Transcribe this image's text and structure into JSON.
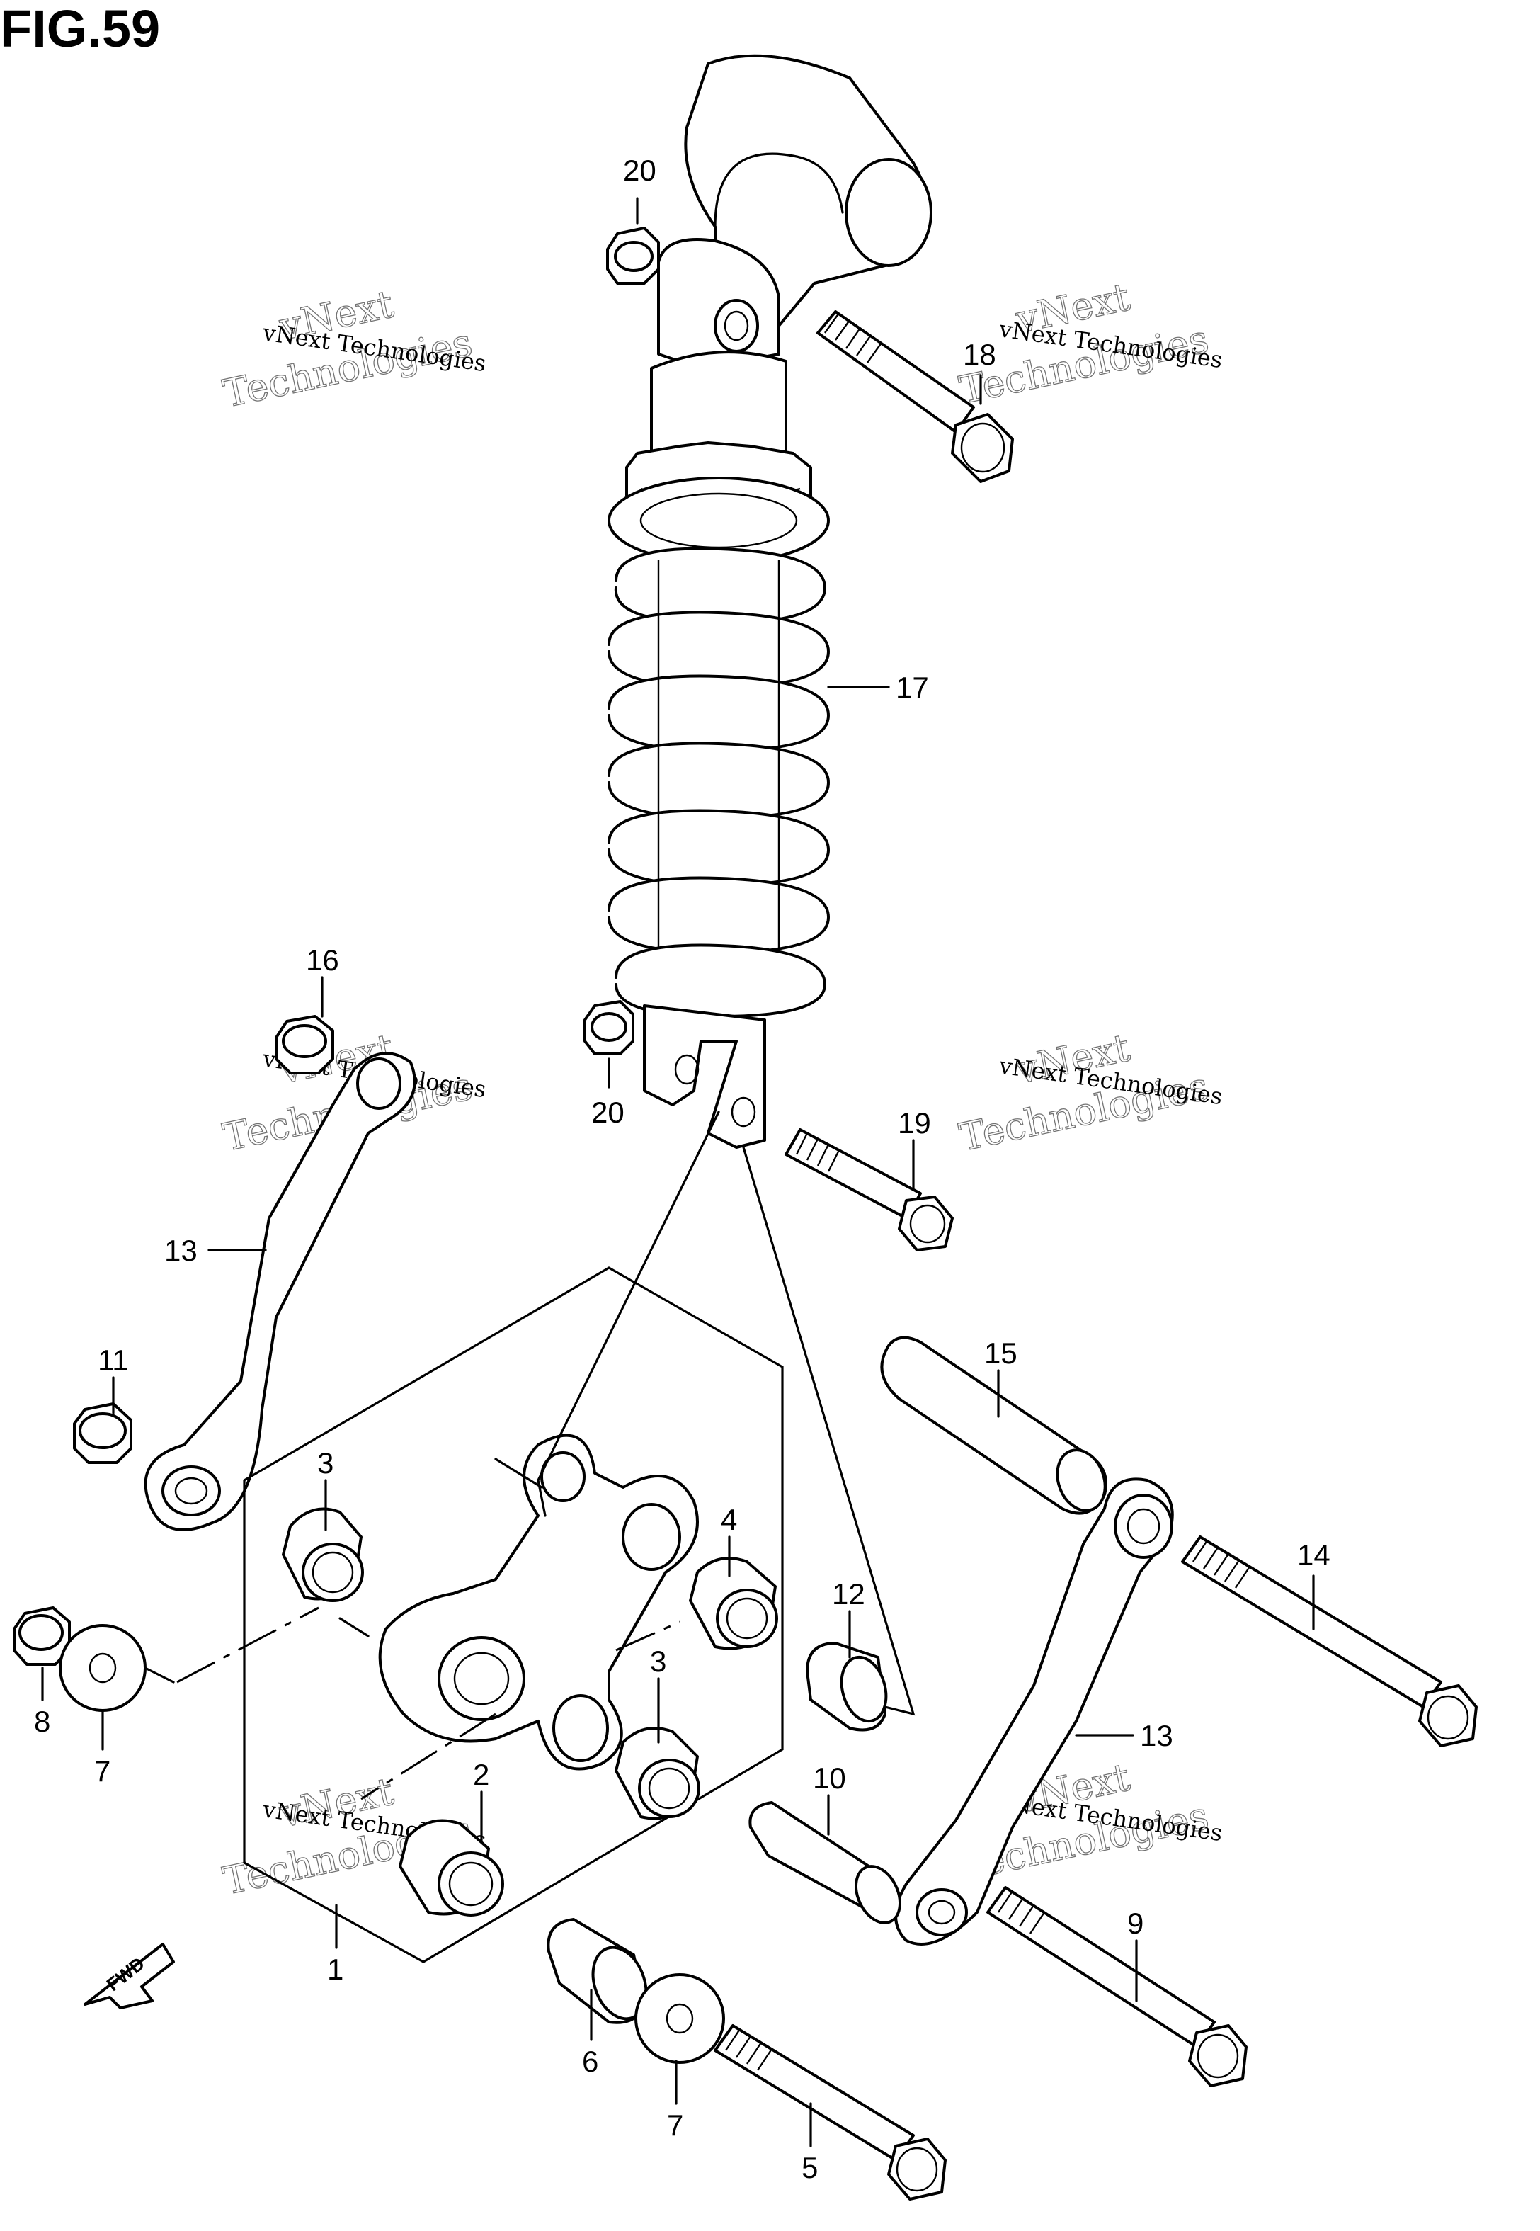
{
  "figure": {
    "title": "FIG.59"
  },
  "watermark": {
    "line1": "vNext Technologies",
    "line2": "vNext",
    "line3": "Technologies"
  },
  "badge": {
    "fwd": "FWD"
  },
  "callouts": {
    "p1": "1",
    "p2": "2",
    "p3a": "3",
    "p3b": "3",
    "p4": "4",
    "p5": "5",
    "p6": "6",
    "p7a": "7",
    "p7b": "7",
    "p8": "8",
    "p9": "9",
    "p10": "10",
    "p11": "11",
    "p12": "12",
    "p13a": "13",
    "p13b": "13",
    "p14": "14",
    "p15": "15",
    "p16": "16",
    "p17": "17",
    "p18": "18",
    "p19": "19",
    "p20a": "20",
    "p20b": "20"
  }
}
